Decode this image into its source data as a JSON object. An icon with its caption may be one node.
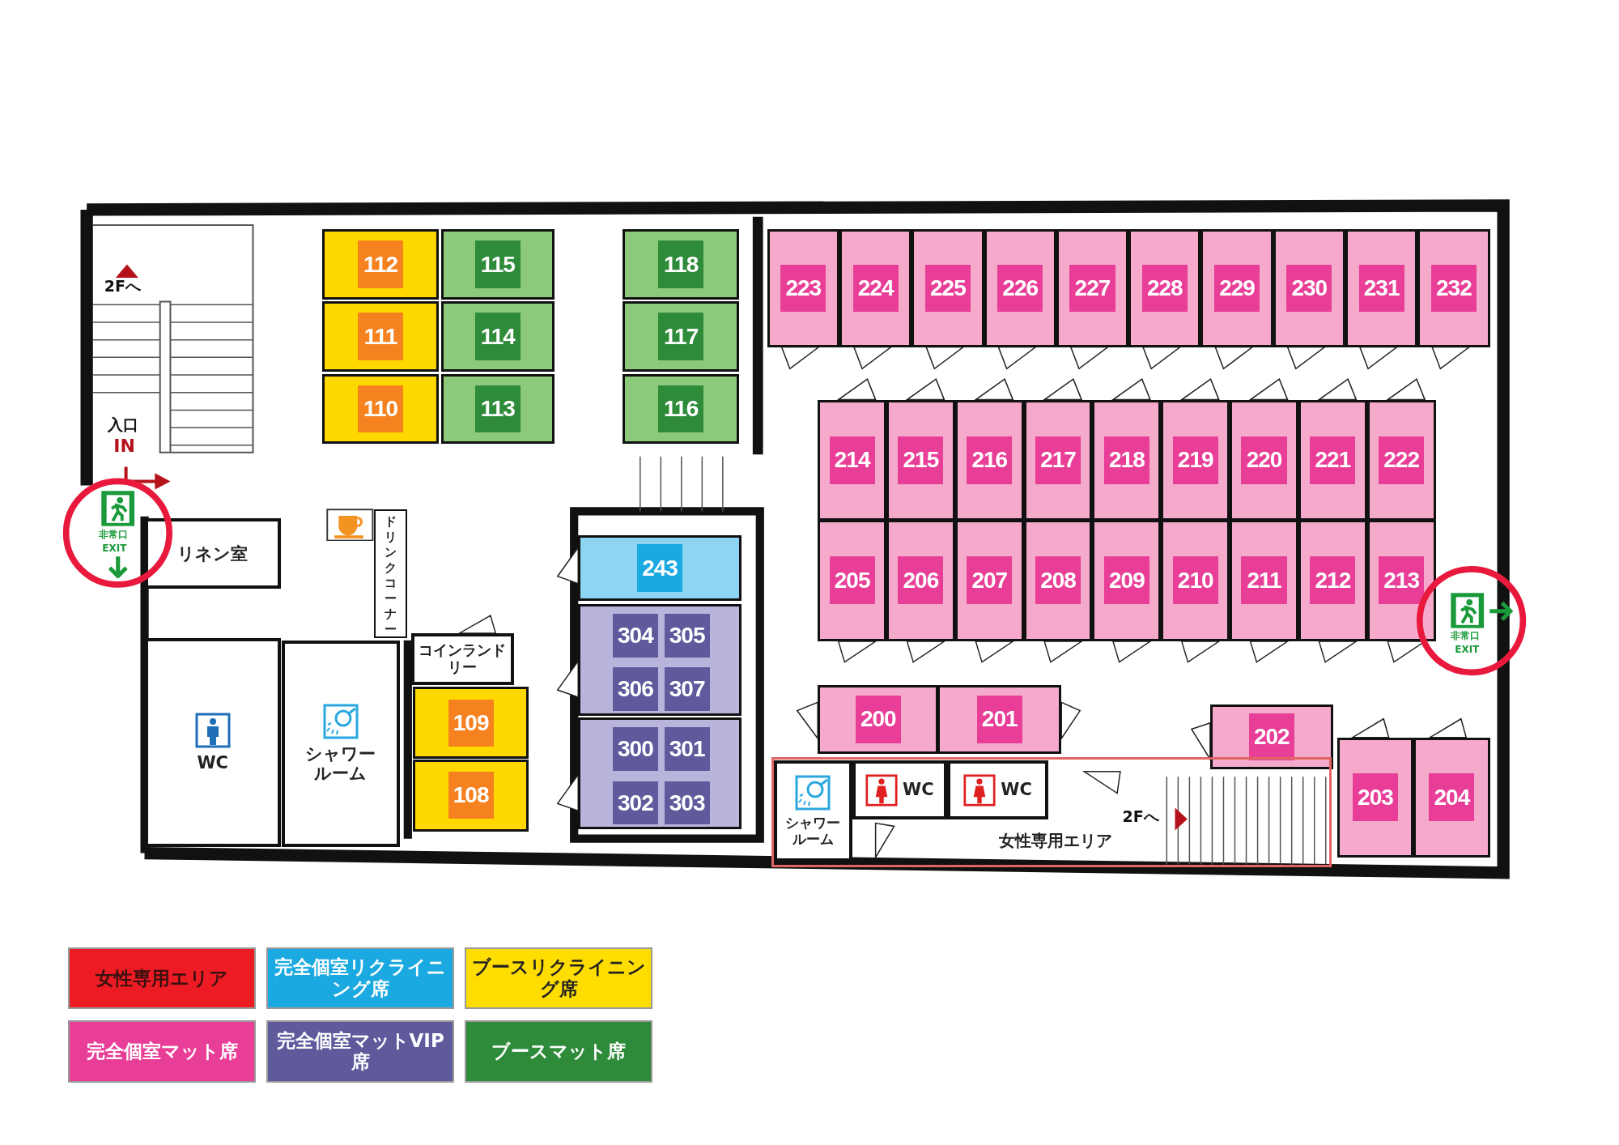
{
  "diagram": {
    "nodes": [
      {
        "text": [
          "112"
        ]
      },
      {
        "text": [
          "115"
        ]
      },
      {
        "text": [
          "118"
        ]
      },
      {
        "text": [
          "111"
        ]
      },
      {
        "text": [
          "114"
        ]
      },
      {
        "text": [
          "117"
        ]
      },
      {
        "text": [
          "110"
        ]
      },
      {
        "text": [
          "113"
        ]
      },
      {
        "text": [
          "116"
        ]
      },
      {
        "text": [
          "223"
        ]
      },
      {
        "text": [
          "224"
        ]
      },
      {
        "text": [
          "225"
        ]
      },
      {
        "text": [
          "226"
        ]
      },
      {
        "text": [
          "227"
        ]
      },
      {
        "text": [
          "228"
        ]
      },
      {
        "text": [
          "229"
        ]
      },
      {
        "text": [
          "230"
        ]
      },
      {
        "text": [
          "231"
        ]
      },
      {
        "text": [
          "232"
        ]
      },
      {
        "text": [
          "214"
        ]
      },
      {
        "text": [
          "215"
        ]
      },
      {
        "text": [
          "216"
        ]
      },
      {
        "text": [
          "217"
        ]
      },
      {
        "text": [
          "218"
        ]
      },
      {
        "text": [
          "219"
        ]
      },
      {
        "text": [
          "220"
        ]
      },
      {
        "text": [
          "221"
        ]
      },
      {
        "text": [
          "222"
        ]
      },
      {
        "text": [
          "リネン室"
        ]
      },
      {
        "text": [
          "ドリンクコーナー"
        ]
      },
      {
        "text": [
          "243"
        ]
      },
      {
        "text": [
          "205"
        ]
      },
      {
        "text": [
          "206"
        ]
      },
      {
        "text": [
          "207"
        ]
      },
      {
        "text": [
          "208"
        ]
      },
      {
        "text": [
          "209"
        ]
      },
      {
        "text": [
          "210"
        ]
      },
      {
        "text": [
          "211"
        ]
      },
      {
        "text": [
          "212"
        ]
      },
      {
        "text": [
          "213"
        ]
      },
      {
        "text": [
          "コインランドリー"
        ]
      },
      {
        "text": [],
        "shape": "box"
      },
      {
        "text": [
          "304"
        ],
        "in": 41
      },
      {
        "text": [
          "305"
        ],
        "in": 41
      },
      {
        "text": [
          "306"
        ],
        "in": 41
      },
      {
        "text": [
          "307"
        ],
        "in": 41
      },
      {
        "text": [
          "WC"
        ]
      },
      {
        "text": [
          "シャワールーム"
        ]
      },
      {
        "text": [
          "109"
        ]
      },
      {
        "text": [
          "200"
        ]
      },
      {
        "text": [
          "201"
        ]
      },
      {
        "text": [
          "202"
        ]
      },
      {
        "text": [],
        "shape": "box"
      },
      {
        "text": [
          "300"
        ],
        "in": 52
      },
      {
        "text": [
          "301"
        ],
        "in": 52
      },
      {
        "text": [
          "302"
        ],
        "in": 52
      },
      {
        "text": [
          "303"
        ],
        "in": 52
      },
      {
        "text": [
          "108"
        ]
      },
      {
        "text": [
          "203"
        ]
      },
      {
        "text": [
          "204"
        ]
      },
      {
        "text": [
          "女性専用エリア"
        ]
      },
      {
        "text": [
          "シャワールーム"
        ],
        "in": 60
      },
      {
        "text": [
          "WC"
        ],
        "in": 60
      },
      {
        "text": [
          "WC"
        ],
        "in": 60
      }
    ],
    "labels": [
      "2Fへ",
      "入口",
      "IN",
      "非常口",
      "EXIT",
      "非常口",
      "EXIT",
      "2Fへ"
    ],
    "legend": [
      {
        "text": "女性専用エリア",
        "color": "#ed1c24"
      },
      {
        "text": "完全個室リクライニング席",
        "color": "#1ba9e1"
      },
      {
        "text": "ブースリクライニング席",
        "color": "#ffdd00"
      },
      {
        "text": "完全個室マット席",
        "color": "#e83e97"
      },
      {
        "text": "完全個室マットVIP席",
        "color": "#5e5a9c"
      },
      {
        "text": "ブースマット席",
        "color": "#2e8b3a"
      }
    ]
  }
}
